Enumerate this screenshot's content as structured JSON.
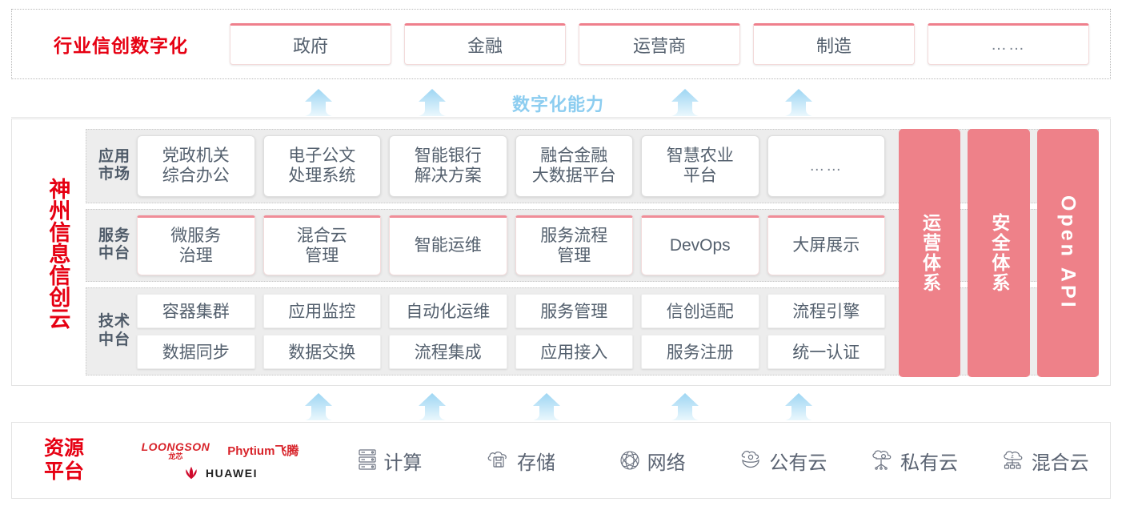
{
  "industry": {
    "title": "行业信创数字化",
    "boxes": [
      {
        "label": "政府"
      },
      {
        "label": "金融"
      },
      {
        "label": "运营商"
      },
      {
        "label": "制造"
      },
      {
        "label": "……"
      }
    ]
  },
  "capability": {
    "label": "数字化能力",
    "arrow_color": "#bfe3f6"
  },
  "cloud": {
    "title": "神州信息信创云",
    "bands": [
      {
        "label": "应用\n市场",
        "key": "app",
        "cells": [
          {
            "label": "党政机关\n综合办公",
            "style": "plain"
          },
          {
            "label": "电子公文\n处理系统",
            "style": "plain"
          },
          {
            "label": "智能银行\n解决方案",
            "style": "plain"
          },
          {
            "label": "融合金融\n大数据平台",
            "style": "plain"
          },
          {
            "label": "智慧农业\n平台",
            "style": "plain"
          },
          {
            "label": "……",
            "style": "dots"
          }
        ]
      },
      {
        "label": "服务\n中台",
        "key": "svc",
        "cells": [
          {
            "label": "微服务\n治理",
            "style": "pinktop"
          },
          {
            "label": "混合云\n管理",
            "style": "pinktop"
          },
          {
            "label": "智能运维",
            "style": "pinktop"
          },
          {
            "label": "服务流程\n管理",
            "style": "pinktop"
          },
          {
            "label": "DevOps",
            "style": "pinktop"
          },
          {
            "label": "大屏展示",
            "style": "pinktop"
          }
        ]
      },
      {
        "label": "技术\n中台",
        "key": "tech",
        "lines": [
          [
            "容器集群",
            "应用监控",
            "自动化运维",
            "服务管理",
            "信创适配",
            "流程引擎"
          ],
          [
            "数据同步",
            "数据交换",
            "流程集成",
            "应用接入",
            "服务注册",
            "统一认证"
          ]
        ]
      }
    ],
    "pillars": [
      {
        "label": "运营体系",
        "type": "cjk"
      },
      {
        "label": "安全体系",
        "type": "cjk"
      },
      {
        "label": "Open API",
        "type": "latin"
      }
    ],
    "pillar_color": "#ee8189"
  },
  "resource": {
    "title": "资源\n平台",
    "vendors": [
      {
        "name": "loongson",
        "en": "LOONGSON",
        "cn": "龙芯"
      },
      {
        "name": "phytium",
        "en": "Phytium飞腾"
      },
      {
        "name": "huawei",
        "en": "HUAWEI"
      }
    ],
    "items": [
      {
        "label": "计算",
        "icon": "server-icon"
      },
      {
        "label": "存储",
        "icon": "cloud-storage-icon"
      },
      {
        "label": "网络",
        "icon": "network-icon"
      },
      {
        "label": "公有云",
        "icon": "public-cloud-icon"
      },
      {
        "label": "私有云",
        "icon": "private-cloud-icon"
      },
      {
        "label": "混合云",
        "icon": "hybrid-cloud-icon"
      }
    ]
  },
  "colors": {
    "brand_red": "#e60012",
    "pink": "#ee8189",
    "pink_border": "#f08d98",
    "arrow_blue": "#bfe3f6",
    "band_bg": "#ededed"
  }
}
